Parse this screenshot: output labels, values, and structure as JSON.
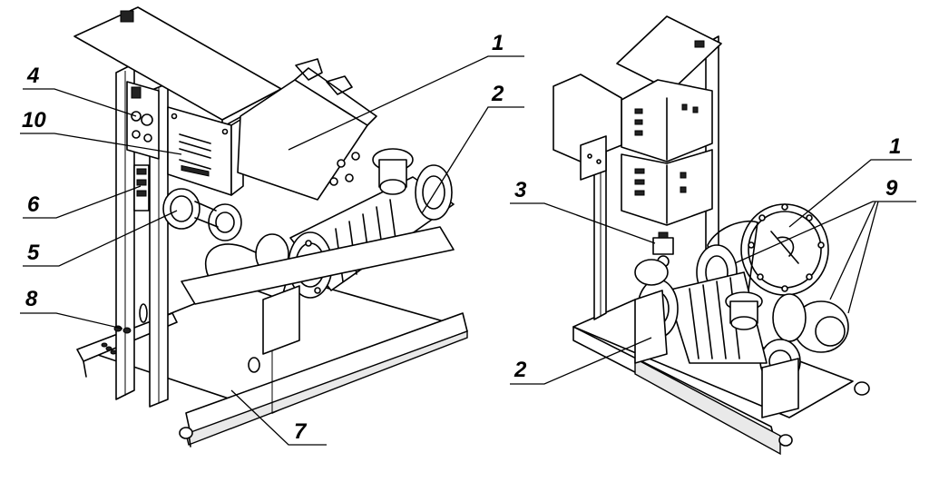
{
  "figure": {
    "left_view": {
      "callouts": [
        {
          "key": "c1",
          "text": "1"
        },
        {
          "key": "c2",
          "text": "2"
        },
        {
          "key": "c4",
          "text": "4"
        },
        {
          "key": "c10",
          "text": "10"
        },
        {
          "key": "c6",
          "text": "6"
        },
        {
          "key": "c5",
          "text": "5"
        },
        {
          "key": "c8",
          "text": "8"
        },
        {
          "key": "c7",
          "text": "7"
        }
      ]
    },
    "right_view": {
      "callouts": [
        {
          "key": "r1",
          "text": "1"
        },
        {
          "key": "r9",
          "text": "9"
        },
        {
          "key": "r3",
          "text": "3"
        },
        {
          "key": "r2",
          "text": "2"
        }
      ]
    }
  }
}
